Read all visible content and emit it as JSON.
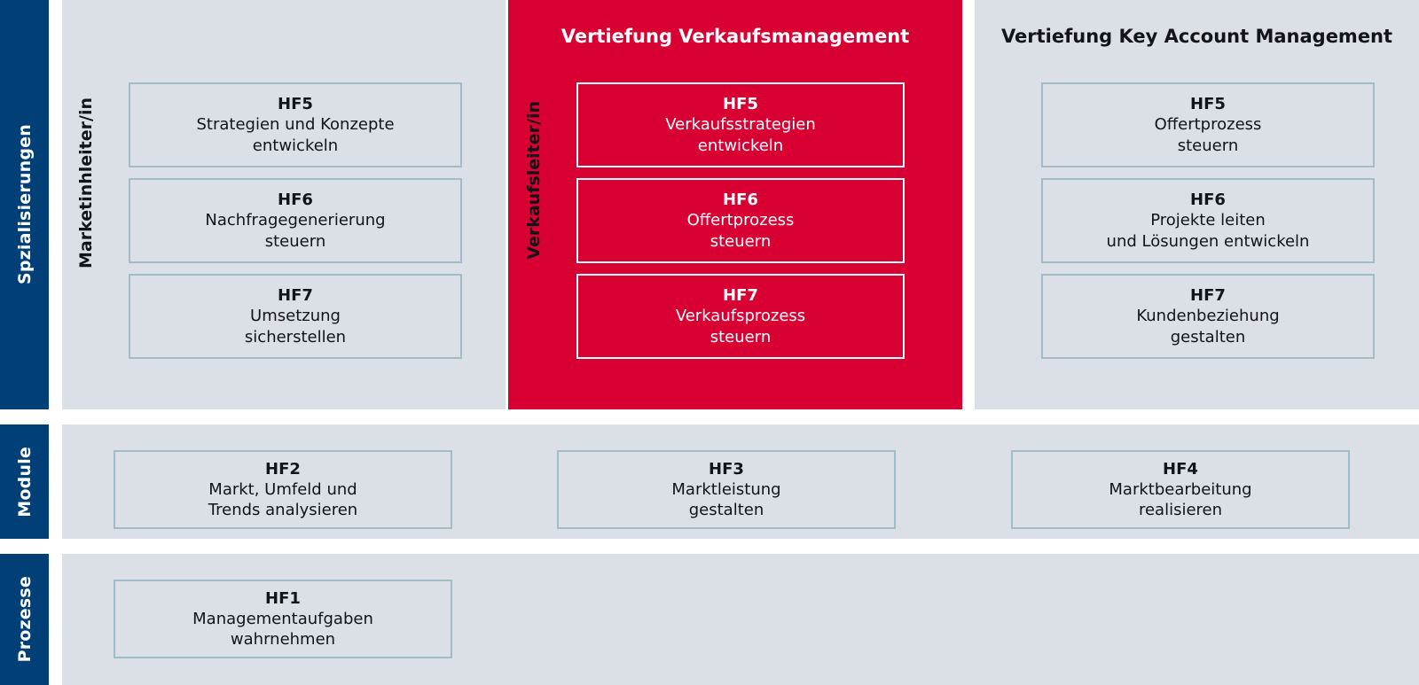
{
  "colors": {
    "navy": "#004077",
    "panel_grey": "#dbdfe6",
    "accent_red": "#d80033",
    "box_border": "#a2bcc6",
    "text_dark": "#111418",
    "text_light": "#ffffff"
  },
  "rail": {
    "items": [
      {
        "label": "Spzialisierungen"
      },
      {
        "label": "Module"
      },
      {
        "label": "Prozesse"
      }
    ]
  },
  "row_specialisations": {
    "columns": [
      {
        "title": "",
        "role_label": "Marketinhleiter/in",
        "highlight": false,
        "boxes": [
          {
            "code": "HF5",
            "desc": "Strategien und Konzepte\nentwickeln"
          },
          {
            "code": "HF6",
            "desc": "Nachfragegenerierung\nsteuern"
          },
          {
            "code": "HF7",
            "desc": "Umsetzung\nsicherstellen"
          }
        ]
      },
      {
        "title": "Vertiefung Verkaufsmanagement",
        "role_label": "Verkaufsleiter/in",
        "highlight": true,
        "boxes": [
          {
            "code": "HF5",
            "desc": "Verkaufsstrategien\nentwickeln"
          },
          {
            "code": "HF6",
            "desc": "Offertprozess\nsteuern"
          },
          {
            "code": "HF7",
            "desc": "Verkaufsprozess\nsteuern"
          }
        ]
      },
      {
        "title": "Vertiefung Key Account Management",
        "role_label": "",
        "highlight": false,
        "boxes": [
          {
            "code": "HF5",
            "desc": "Offertprozess\nsteuern"
          },
          {
            "code": "HF6",
            "desc": "Projekte leiten\nund Lösungen entwickeln"
          },
          {
            "code": "HF7",
            "desc": "Kundenbeziehung\ngestalten"
          }
        ]
      }
    ]
  },
  "row_modules": {
    "boxes": [
      {
        "code": "HF2",
        "desc": "Markt, Umfeld und\nTrends analysieren"
      },
      {
        "code": "HF3",
        "desc": "Marktleistung\ngestalten"
      },
      {
        "code": "HF4",
        "desc": "Marktbearbeitung\nrealisieren"
      }
    ]
  },
  "row_processes": {
    "boxes": [
      {
        "code": "HF1",
        "desc": "Managementaufgaben\nwahrnehmen"
      }
    ]
  }
}
